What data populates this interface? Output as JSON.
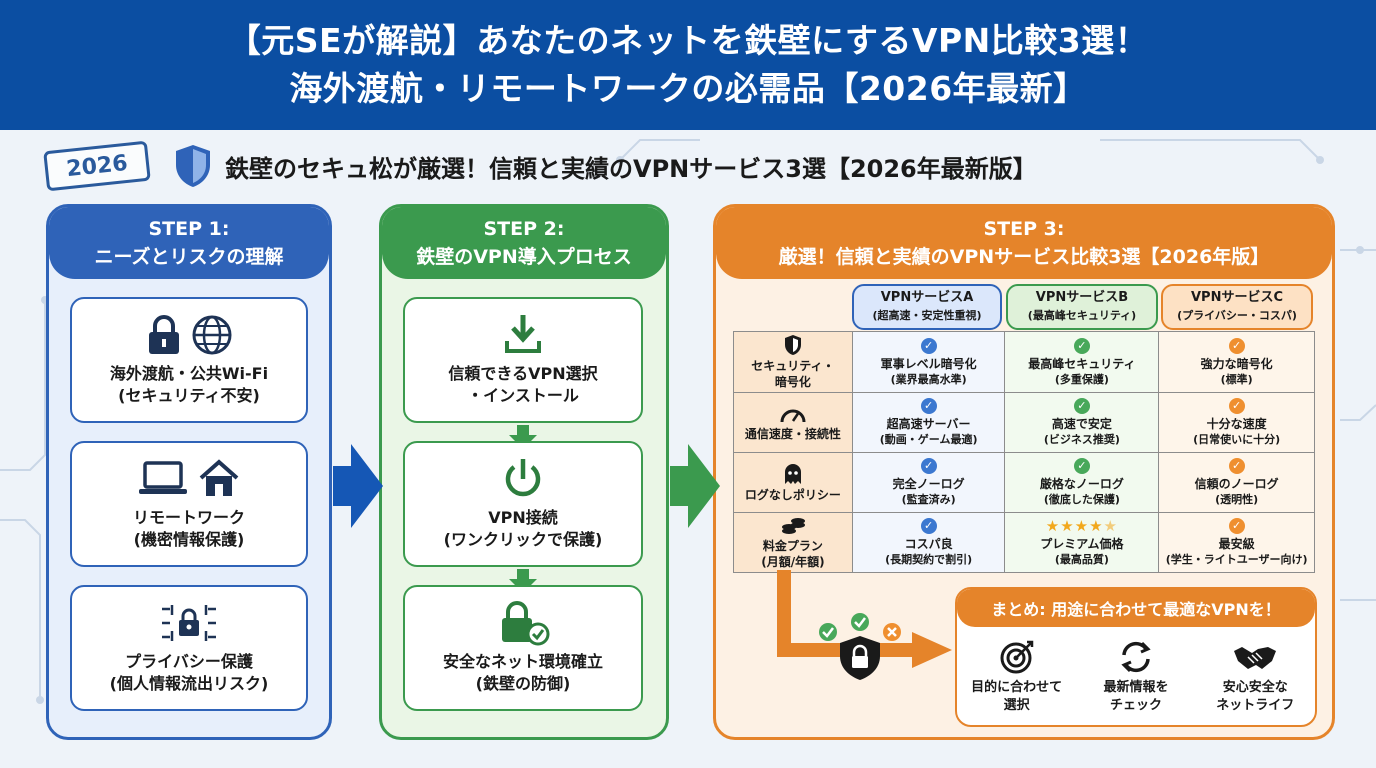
{
  "banner": {
    "line1": "【元SEが解説】あなたのネットを鉄壁にするVPN比較3選！",
    "line2": "海外渡航・リモートワークの必需品【2026年最新】"
  },
  "stamp": "2026",
  "subtitle": "鉄壁のセキュ松が厳選！信頼と実績のVPNサービス3選【2026年最新版】",
  "step1": {
    "title": "STEP 1:",
    "subtitle": "ニーズとリスクの理解",
    "cards": [
      {
        "line1": "海外渡航・公共Wi-Fi",
        "line2": "(セキュリティ不安)"
      },
      {
        "line1": "リモートワーク",
        "line2": "(機密情報保護)"
      },
      {
        "line1": "プライバシー保護",
        "line2": "(個人情報流出リスク)"
      }
    ]
  },
  "step2": {
    "title": "STEP 2:",
    "subtitle": "鉄壁のVPN導入プロセス",
    "cards": [
      {
        "line1": "信頼できるVPN選択",
        "line2": "・インストール"
      },
      {
        "line1": "VPN接続",
        "line2": "(ワンクリックで保護)"
      },
      {
        "line1": "安全なネット環境確立",
        "line2": "(鉄壁の防御)"
      }
    ]
  },
  "step3": {
    "title": "STEP 3:",
    "subtitle": "厳選！信頼と実績のVPNサービス比較3選【2026年版】",
    "services": [
      {
        "name": "VPNサービスA",
        "tag": "(超高速・安定性重視)"
      },
      {
        "name": "VPNサービスB",
        "tag": "(最高峰セキュリティ)"
      },
      {
        "name": "VPNサービスC",
        "tag": "(プライバシー・コスパ)"
      }
    ],
    "rows": [
      {
        "label1": "セキュリティ・",
        "label2": "暗号化",
        "a": {
          "main": "軍事レベル暗号化",
          "sub": "(業界最高水準)"
        },
        "b": {
          "main": "最高峰セキュリティ",
          "sub": "(多重保護)"
        },
        "c": {
          "main": "強力な暗号化",
          "sub": "(標準)"
        }
      },
      {
        "label1": "通信速度・接続性",
        "label2": "",
        "a": {
          "main": "超高速サーバー",
          "sub": "(動画・ゲーム最適)"
        },
        "b": {
          "main": "高速で安定",
          "sub": "(ビジネス推奨)"
        },
        "c": {
          "main": "十分な速度",
          "sub": "(日常使いに十分)"
        }
      },
      {
        "label1": "ログなしポリシー",
        "label2": "",
        "a": {
          "main": "完全ノーログ",
          "sub": "(監査済み)"
        },
        "b": {
          "main": "厳格なノーログ",
          "sub": "(徹底した保護)"
        },
        "c": {
          "main": "信頼のノーログ",
          "sub": "(透明性)"
        }
      },
      {
        "label1": "料金プラン",
        "label2": "(月額/年額)",
        "a": {
          "main": "コスパ良",
          "sub": "(長期契約で割引)"
        },
        "b": {
          "main": "プレミアム価格",
          "sub": "(最高品質)",
          "rating": 4.5
        },
        "c": {
          "main": "最安級",
          "sub": "(学生・ライトユーザー向け)"
        }
      }
    ]
  },
  "summary": {
    "title": "まとめ: 用途に合わせて最適なVPNを！",
    "items": [
      {
        "line1": "目的に合わせて",
        "line2": "選択"
      },
      {
        "line1": "最新情報を",
        "line2": "チェック"
      },
      {
        "line1": "安心安全な",
        "line2": "ネットライフ"
      }
    ]
  },
  "colors": {
    "banner": "#0b4ea2",
    "step1": "#2f63b8",
    "step2": "#3b9a4e",
    "step3": "#e5842a"
  }
}
